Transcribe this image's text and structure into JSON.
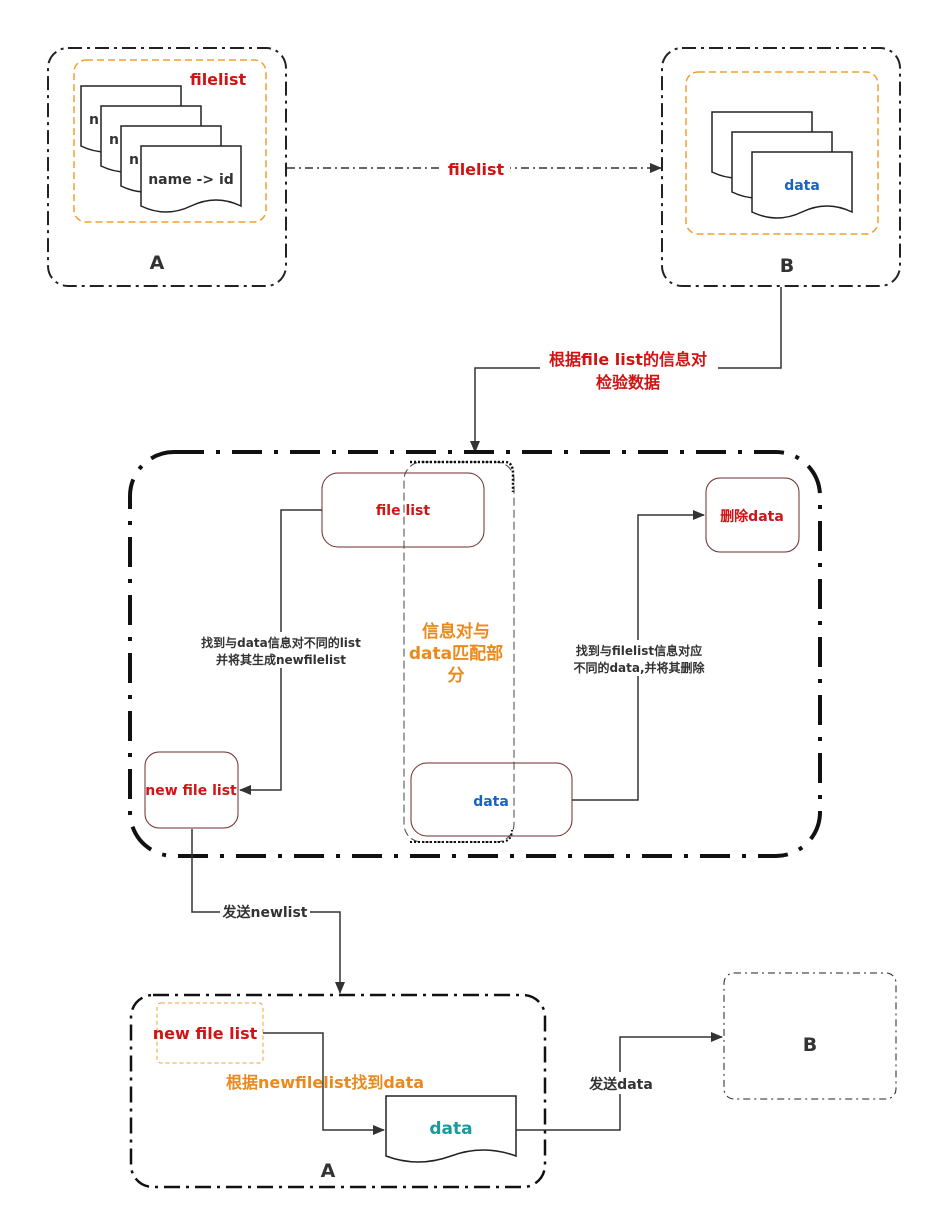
{
  "colors": {
    "red": "#d01414",
    "orange": "#ea8a1c",
    "blue": "#1565c0",
    "teal": "#1a9a9a",
    "dark": "#333333",
    "docfill": "#ffffff",
    "dashOrange": "#f0a030",
    "boxBorder": "#6b2b2b"
  },
  "top": {
    "a_filelist_label": "filelist",
    "a_doc_stub": "n",
    "a_doc_text": "name -> id",
    "a_label": "A",
    "arrow_label": "filelist",
    "b_doc_text": "data",
    "b_label": "B"
  },
  "verify": {
    "line1": "根据file list的信息对",
    "line2": "检验数据"
  },
  "middle": {
    "file_list": "file list",
    "delete_data": "删除data",
    "match_line1": "信息对与",
    "match_line2": "data匹配部",
    "match_line3": "分",
    "left_note1": "找到与data信息对不同的list",
    "left_note2": "并将其生成newfilelist",
    "right_note1": "找到与filelist信息对应",
    "right_note2": "不同的data,并将其删除",
    "new_file_list": "new file list",
    "data": "data"
  },
  "send_newlist": "发送newlist",
  "bottom": {
    "new_file_list": "new file list",
    "find_note": "根据newfilelist找到data",
    "data": "data",
    "a_label": "A",
    "send_data": "发送data",
    "b_label": "B"
  }
}
